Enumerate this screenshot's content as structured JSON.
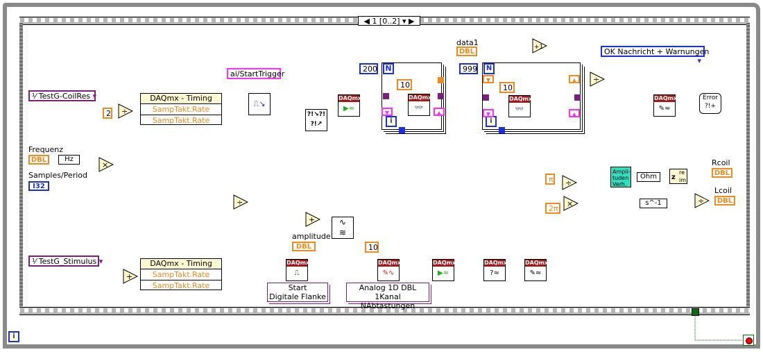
{
  "sequence": {
    "selector_label": "1 [0..2]"
  },
  "controls": {
    "coilres_task": "TestG-CoilRes",
    "stimulus_task": "TestG_Stimulus",
    "frequency_label": "Frequenz",
    "frequency_type": "DBL",
    "samples_label": "Samples/Period",
    "samples_type": "I32",
    "amplitude_label": "amplitude",
    "amplitude_type": "DBL",
    "trigger_source": "ai/StartTrigger",
    "error_mode": "OK Nachricht + Warnungen"
  },
  "constants": {
    "two": "2",
    "loop1_count": "200",
    "loop2_count": "999",
    "timeout1": "10",
    "timeout2": "10",
    "timeout3": "10",
    "pi": "π",
    "two_pi": "2π",
    "increment": "+1"
  },
  "nodes": {
    "timing_title": "DAQmx - Timing",
    "samp_rate_in": "SampTakt.Rate",
    "samp_rate_out": "SampTakt.Rate",
    "daqmx_header": "DAQmx",
    "ampl_ratio": "Ampli- tuden Verh.",
    "unit_hz": "Hz",
    "unit_ohm": "Ohm",
    "unit_s": "s^-1",
    "complex_re": "re",
    "complex_im": "im",
    "complex_z": "z",
    "error_handler": "Error ?!+"
  },
  "selectors": {
    "trigger_type_line1": "Start",
    "trigger_type_line2": "Digitale Flanke",
    "write_type_line1": "Analog 1D DBL",
    "write_type_line2": "1Kanal NAbtastungen"
  },
  "indicators": {
    "data1_label": "data1",
    "data1_type": "DBL",
    "rcoil_label": "Rcoil",
    "rcoil_type": "DBL",
    "lcoil_label": "Lcoil",
    "lcoil_type": "DBL"
  },
  "loop_terminals": {
    "count": "N",
    "iteration": "i"
  },
  "colors": {
    "refnum": "#7b1f7b",
    "error_cluster": "#ff2dff",
    "integer": "#1a2ee6",
    "double": "#f08a1c",
    "boolean": "#0a6e0a",
    "stop": "#ff0000"
  }
}
